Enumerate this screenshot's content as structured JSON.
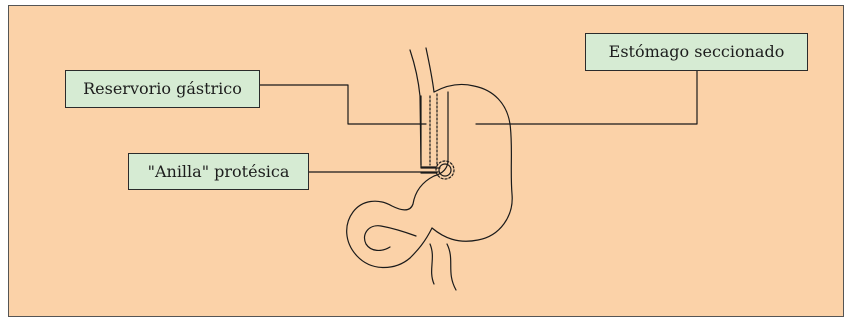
{
  "figure": {
    "colors": {
      "background": "#fbd2a8",
      "label_fill": "#d6ebd3",
      "line": "#1a1a1a"
    },
    "labels": {
      "reservorio": "Reservorio gástrico",
      "anilla": "\"Anilla\" protésica",
      "estomago": "Estómago seccionado"
    }
  }
}
